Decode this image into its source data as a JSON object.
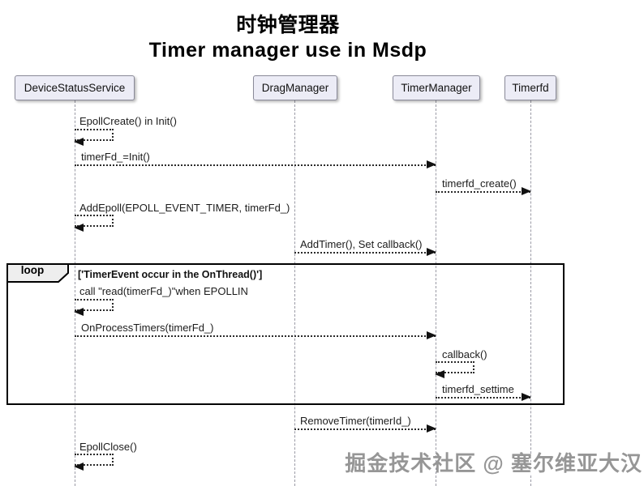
{
  "diagram": {
    "type": "sequence",
    "title_cn": "时钟管理器",
    "title_en": "Timer manager use in Msdp"
  },
  "participants": [
    {
      "label": "DeviceStatusService"
    },
    {
      "label": "DragManager"
    },
    {
      "label": "TimerManager"
    },
    {
      "label": "Timerfd"
    }
  ],
  "messages": [
    {
      "label": "EpollCreate() in Init()",
      "from": "DeviceStatusService",
      "to": "DeviceStatusService",
      "type": "self"
    },
    {
      "label": "timerFd_=Init()",
      "from": "DeviceStatusService",
      "to": "TimerManager",
      "type": "arrow"
    },
    {
      "label": "timerfd_create()",
      "from": "TimerManager",
      "to": "Timerfd",
      "type": "arrow"
    },
    {
      "label": "AddEpoll(EPOLL_EVENT_TIMER, timerFd_)",
      "from": "DeviceStatusService",
      "to": "DeviceStatusService",
      "type": "self"
    },
    {
      "label": "AddTimer(), Set callback()",
      "from": "DragManager",
      "to": "TimerManager",
      "type": "arrow"
    },
    {
      "label": "call \"read(timerFd_)\"when EPOLLIN",
      "from": "DeviceStatusService",
      "to": "DeviceStatusService",
      "type": "self"
    },
    {
      "label": "OnProcessTimers(timerFd_)",
      "from": "DeviceStatusService",
      "to": "TimerManager",
      "type": "arrow"
    },
    {
      "label": "callback()",
      "from": "TimerManager",
      "to": "TimerManager",
      "type": "self"
    },
    {
      "label": "timerfd_settime",
      "from": "TimerManager",
      "to": "Timerfd",
      "type": "arrow"
    },
    {
      "label": "RemoveTimer(timerId_)",
      "from": "DragManager",
      "to": "TimerManager",
      "type": "arrow"
    },
    {
      "label": "EpollClose()",
      "from": "DeviceStatusService",
      "to": "DeviceStatusService",
      "type": "self"
    }
  ],
  "loop": {
    "operator": "loop",
    "condition": "['TimerEvent occur in the OnThread()']"
  },
  "watermark": "掘金技术社区 @ 塞尔维亚大汉",
  "colors": {
    "participant_fill": "#ECECF6",
    "participant_border": "#8A8A99",
    "message_line": "#2b2b2b",
    "lifeline": "#9a9aa5",
    "loop_border": "#000000",
    "loop_tab_fill": "#EEEEEE"
  }
}
